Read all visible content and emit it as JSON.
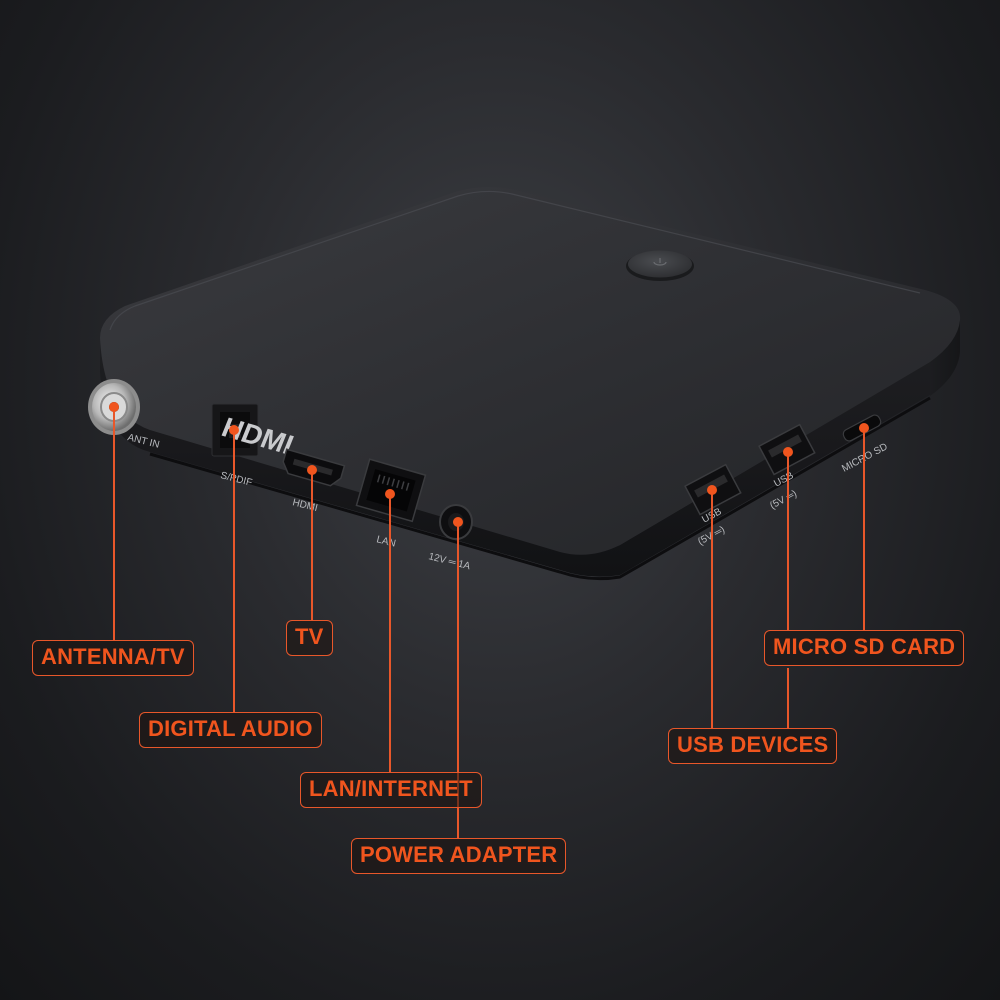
{
  "colors": {
    "accent": "#e8572a",
    "device_body": "#2b2c2f",
    "background": "#1e1f22"
  },
  "device": {
    "brand_logo": "HDMI",
    "ports": {
      "ant": "ANT IN",
      "spdif": "S/PDIF",
      "hdmi": "HDMI",
      "lan": "LAN",
      "power": "12V ═ 1A",
      "usb1_line1": "USB",
      "usb1_line2": "(5V ═)",
      "usb2_line1": "USB",
      "usb2_line2": "(5V ═)",
      "microsd": "MICRO SD"
    },
    "power_button_icon": "power-icon"
  },
  "callouts": {
    "antenna": "ANTENNA/TV",
    "tv": "TV",
    "digital_audio": "DIGITAL AUDIO",
    "lan": "LAN/INTERNET",
    "power": "POWER ADAPTER",
    "usb": "USB DEVICES",
    "microsd": "MICRO SD CARD"
  }
}
